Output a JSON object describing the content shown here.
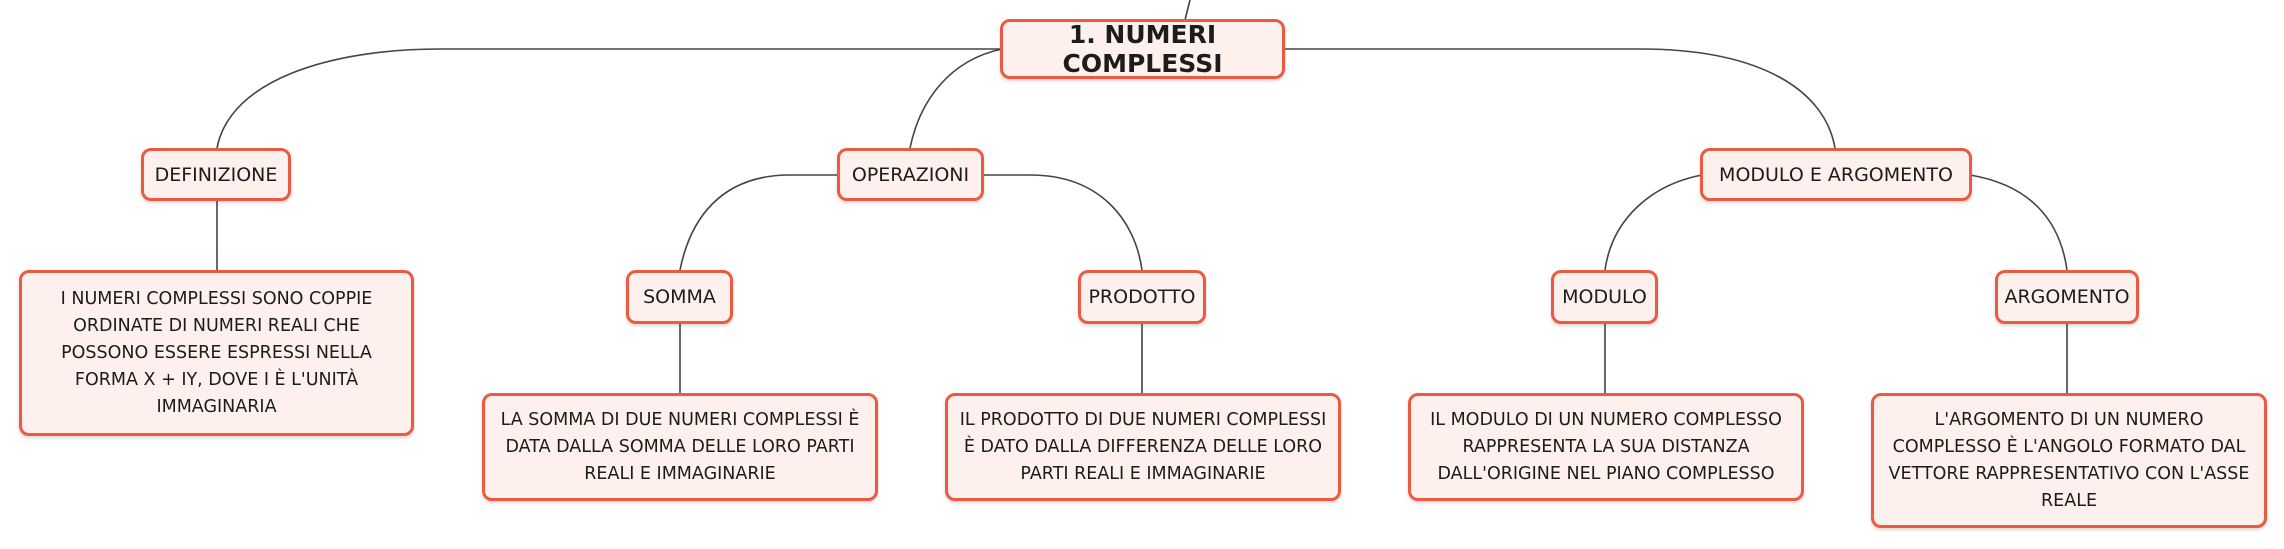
{
  "root": {
    "label": "1. NUMERI COMPLESSI"
  },
  "definizione": {
    "label": "DEFINIZIONE",
    "text": "I NUMERI COMPLESSI SONO COPPIE ORDINATE DI NUMERI REALI CHE POSSONO ESSERE ESPRESSI NELLA FORMA X + IY, DOVE I È L'UNITÀ IMMAGINARIA"
  },
  "operazioni": {
    "label": "OPERAZIONI",
    "somma": {
      "label": "SOMMA",
      "text": "LA SOMMA DI DUE NUMERI COMPLESSI È DATA DALLA SOMMA DELLE LORO PARTI REALI E IMMAGINARIE"
    },
    "prodotto": {
      "label": "PRODOTTO",
      "text": "IL PRODOTTO DI DUE NUMERI COMPLESSI È DATO DALLA DIFFERENZA DELLE LORO PARTI REALI E IMMAGINARIE"
    }
  },
  "modulo_argomento": {
    "label": "MODULO E ARGOMENTO",
    "modulo": {
      "label": "MODULO",
      "text": "IL MODULO DI UN NUMERO COMPLESSO RAPPRESENTA LA SUA DISTANZA DALL'ORIGINE NEL PIANO COMPLESSO"
    },
    "argomento": {
      "label": "ARGOMENTO",
      "text": "L'ARGOMENTO DI UN NUMERO COMPLESSO È L'ANGOLO FORMATO DAL VETTORE RAPPRESENTATIVO CON L'ASSE REALE"
    }
  }
}
